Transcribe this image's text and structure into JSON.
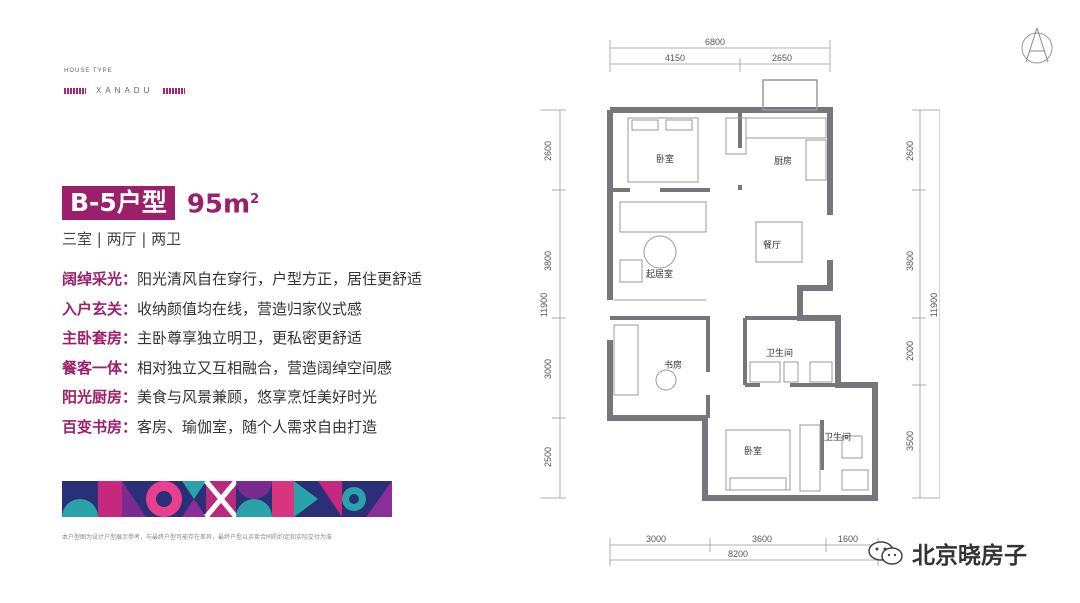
{
  "brand": {
    "house_type": "HOUSE TYPE",
    "name": "XANADU"
  },
  "title": {
    "type_label": "B-5户型",
    "area": "95m",
    "area_sup": "2"
  },
  "subtitle": "三室 | 两厅 | 两卫",
  "features": [
    {
      "key": "阔绰采光：",
      "value": "阳光清风自在穿行，户型方正，居住更舒适"
    },
    {
      "key": "入户玄关：",
      "value": "收纳颜值均在线，营造归家仪式感"
    },
    {
      "key": "主卧套房：",
      "value": "主卧尊享独立明卫，更私密更舒适"
    },
    {
      "key": "餐客一体：",
      "value": "相对独立又互相融合，营造阔绰空间感"
    },
    {
      "key": "阳光厨房：",
      "value": "美食与风景兼顾，悠享烹饪美好时光"
    },
    {
      "key": "百变书房：",
      "value": "客房、瑜伽室，随个人需求自由打造"
    }
  ],
  "footnote": "本户型图为设计户型展示参考，与最终户型可能存在差异，最终户型以买卖合同的约定和实际交付为准",
  "rooms": {
    "bedroom1": "卧室",
    "kitchen": "厨房",
    "dining": "餐厅",
    "living": "起居室",
    "study": "书房",
    "bath1": "卫生间",
    "bath2": "卫生间",
    "bedroom2": "卧室"
  },
  "dims": {
    "top_total": "6800",
    "top_a": "4150",
    "top_b": "2650",
    "bottom_a": "3000",
    "bottom_b": "3600",
    "bottom_c": "1600",
    "bottom_total": "8200",
    "left_a": "2600",
    "left_b": "3800",
    "left_c": "3000",
    "left_d": "2500",
    "left_total": "11900",
    "right_a": "2600",
    "right_b": "3800",
    "right_c": "2000",
    "right_d": "3500",
    "right_total": "11900"
  },
  "watermark": "北京晓房子",
  "colors": {
    "accent": "#9c1f6b",
    "wall": "#77767c"
  }
}
